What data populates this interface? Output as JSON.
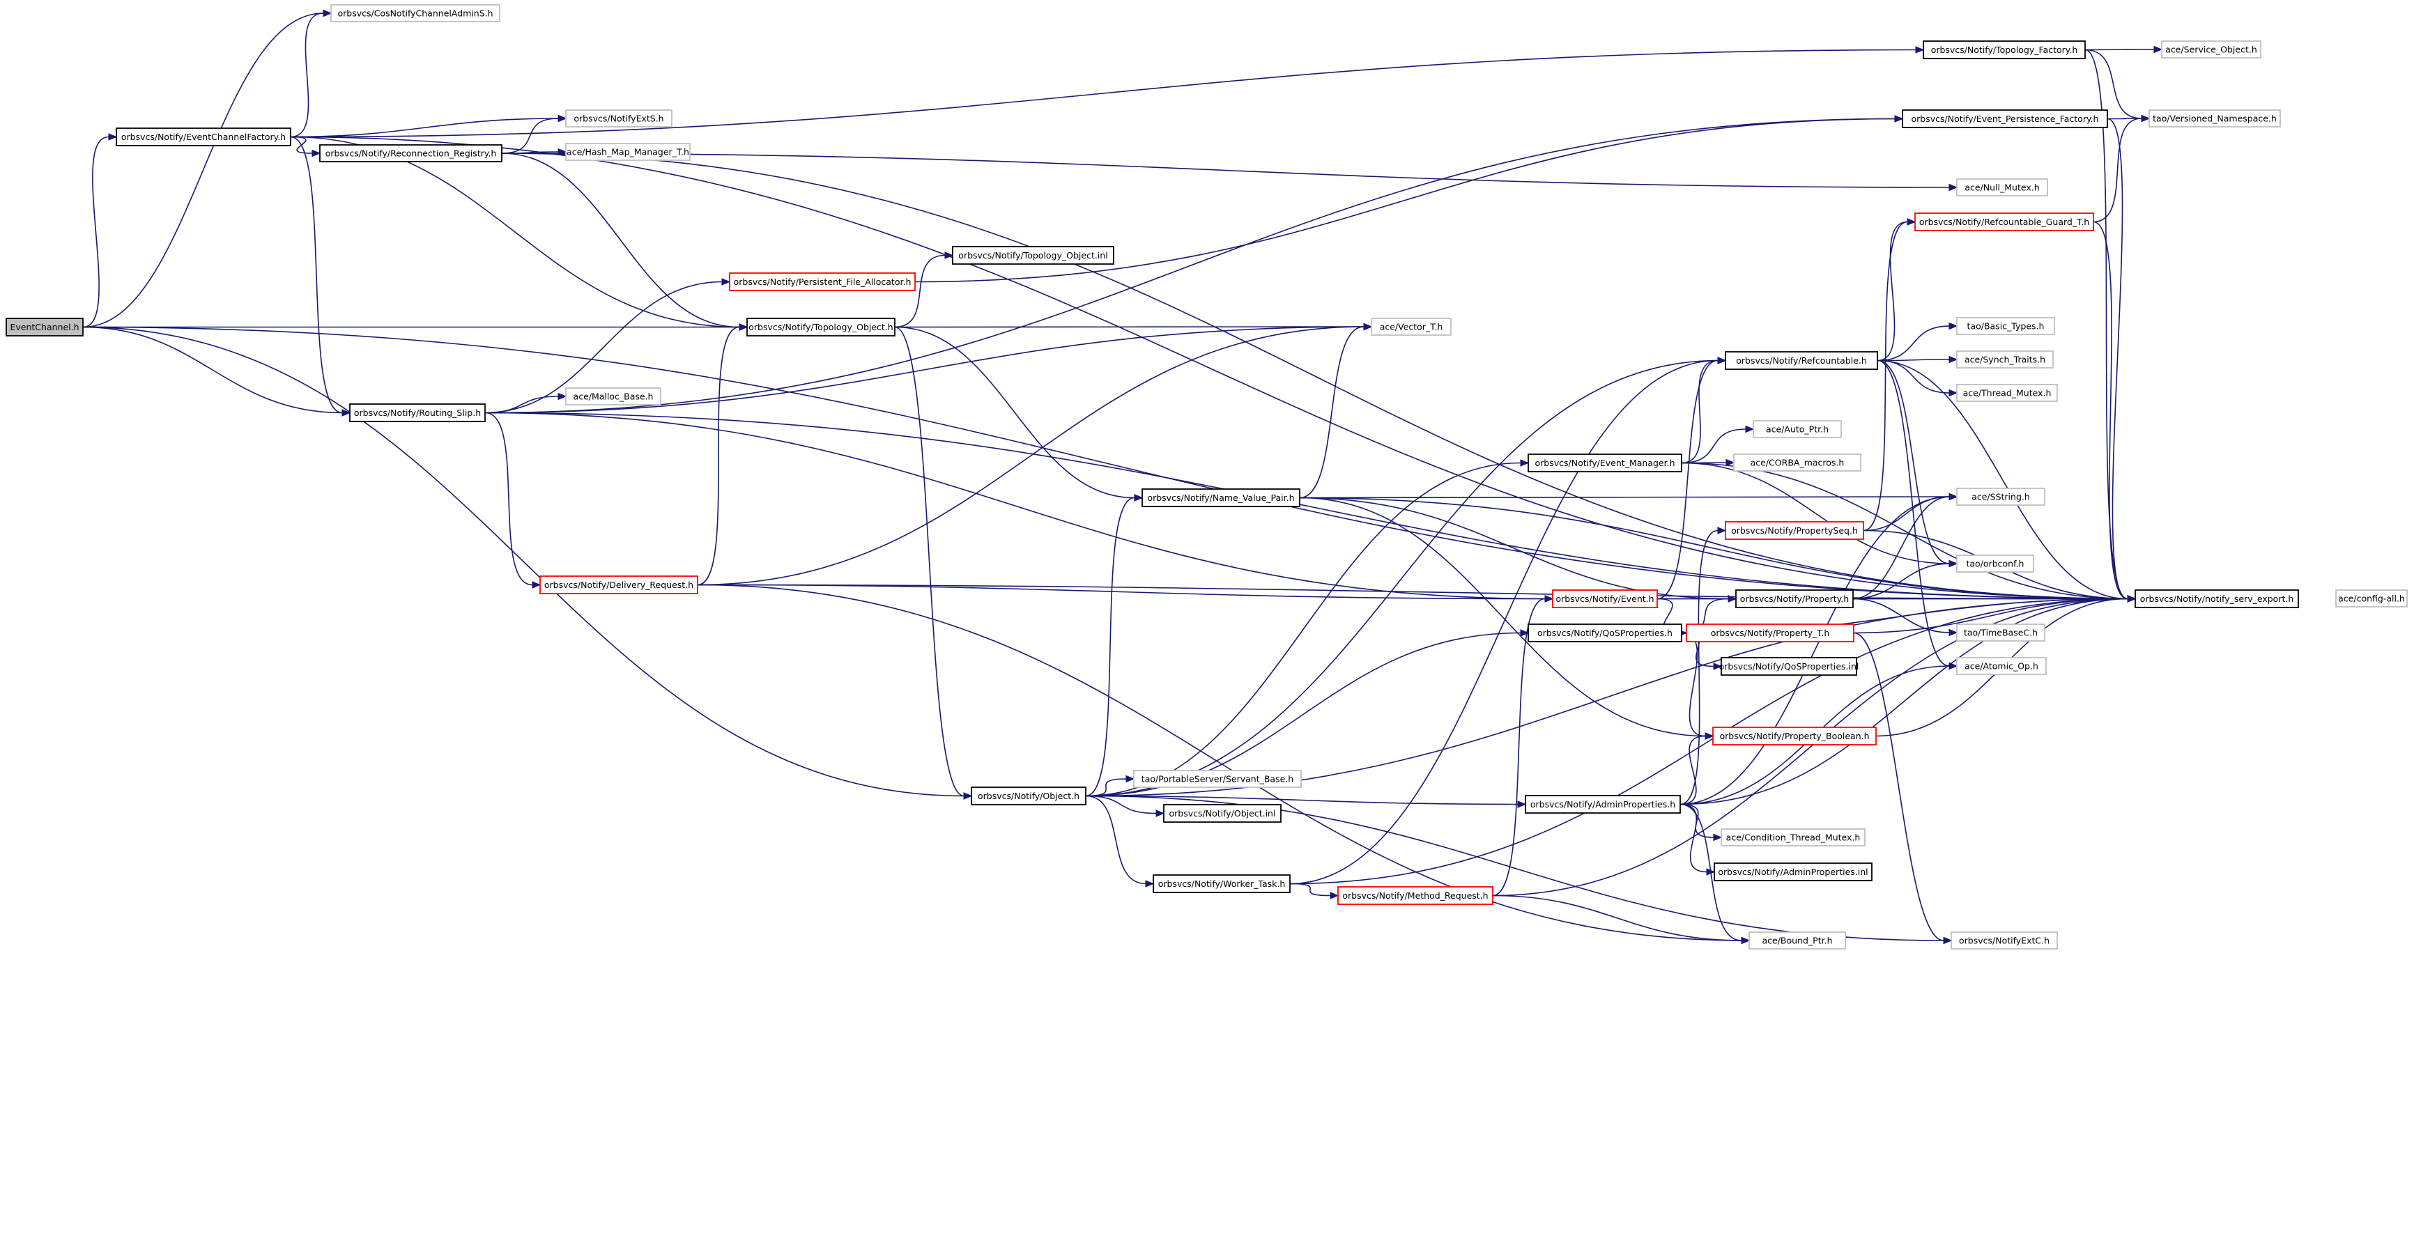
{
  "colors": {
    "edge": "#191970",
    "border_normal": "#000000",
    "border_truncated": "#ff0000",
    "border_external": "#bfbfbf",
    "root_fill": "#bfbfbf",
    "node_fill": "#ffffff"
  },
  "nodes": [
    {
      "id": "n0",
      "label": "EventChannel.h",
      "style": "root"
    },
    {
      "id": "n1",
      "label": "orbsvcs/CosNotifyChannelAdminS.h",
      "style": "external"
    },
    {
      "id": "n2",
      "label": "orbsvcs/Notify/EventChannelFactory.h",
      "style": "normal"
    },
    {
      "id": "n3",
      "label": "orbsvcs/NotifyExtS.h",
      "style": "external"
    },
    {
      "id": "n4",
      "label": "orbsvcs/Notify/Reconnection_Registry.h",
      "style": "normal"
    },
    {
      "id": "n5",
      "label": "ace/Hash_Map_Manager_T.h",
      "style": "external"
    },
    {
      "id": "n6",
      "label": "orbsvcs/Notify/Topology_Factory.h",
      "style": "normal"
    },
    {
      "id": "n7",
      "label": "ace/Service_Object.h",
      "style": "external"
    },
    {
      "id": "n8",
      "label": "orbsvcs/Notify/Event_Persistence_Factory.h",
      "style": "normal"
    },
    {
      "id": "n9",
      "label": "tao/Versioned_Namespace.h",
      "style": "external"
    },
    {
      "id": "n10",
      "label": "ace/Null_Mutex.h",
      "style": "external"
    },
    {
      "id": "n11",
      "label": "orbsvcs/Notify/Refcountable_Guard_T.h",
      "style": "truncated"
    },
    {
      "id": "n12",
      "label": "orbsvcs/Notify/Topology_Object.inl",
      "style": "normal"
    },
    {
      "id": "n13",
      "label": "orbsvcs/Notify/Persistent_File_Allocator.h",
      "style": "truncated"
    },
    {
      "id": "n14",
      "label": "orbsvcs/Notify/Topology_Object.h",
      "style": "normal"
    },
    {
      "id": "n15",
      "label": "ace/Vector_T.h",
      "style": "external"
    },
    {
      "id": "n16",
      "label": "tao/Basic_Types.h",
      "style": "external"
    },
    {
      "id": "n17",
      "label": "orbsvcs/Notify/Refcountable.h",
      "style": "normal"
    },
    {
      "id": "n18",
      "label": "ace/Synch_Traits.h",
      "style": "external"
    },
    {
      "id": "n19",
      "label": "ace/Thread_Mutex.h",
      "style": "external"
    },
    {
      "id": "n20",
      "label": "orbsvcs/Notify/Routing_Slip.h",
      "style": "normal"
    },
    {
      "id": "n21",
      "label": "ace/Malloc_Base.h",
      "style": "external"
    },
    {
      "id": "n22",
      "label": "ace/Auto_Ptr.h",
      "style": "external"
    },
    {
      "id": "n23",
      "label": "orbsvcs/Notify/Event_Manager.h",
      "style": "normal"
    },
    {
      "id": "n24",
      "label": "ace/CORBA_macros.h",
      "style": "external"
    },
    {
      "id": "n25",
      "label": "orbsvcs/Notify/Name_Value_Pair.h",
      "style": "normal"
    },
    {
      "id": "n26",
      "label": "ace/SString.h",
      "style": "external"
    },
    {
      "id": "n27",
      "label": "orbsvcs/Notify/PropertySeq.h",
      "style": "truncated"
    },
    {
      "id": "n28",
      "label": "tao/orbconf.h",
      "style": "external"
    },
    {
      "id": "n29",
      "label": "orbsvcs/Notify/Delivery_Request.h",
      "style": "truncated"
    },
    {
      "id": "n30",
      "label": "orbsvcs/Notify/Event.h",
      "style": "truncated"
    },
    {
      "id": "n31",
      "label": "orbsvcs/Notify/Property.h",
      "style": "normal"
    },
    {
      "id": "n32",
      "label": "orbsvcs/Notify/notify_serv_export.h",
      "style": "normal"
    },
    {
      "id": "n33",
      "label": "ace/config-all.h",
      "style": "external"
    },
    {
      "id": "n34",
      "label": "orbsvcs/Notify/QoSProperties.h",
      "style": "normal"
    },
    {
      "id": "n35",
      "label": "orbsvcs/Notify/Property_T.h",
      "style": "truncated"
    },
    {
      "id": "n36",
      "label": "tao/TimeBaseC.h",
      "style": "external"
    },
    {
      "id": "n37",
      "label": "orbsvcs/Notify/QoSProperties.inl",
      "style": "normal"
    },
    {
      "id": "n38",
      "label": "ace/Atomic_Op.h",
      "style": "external"
    },
    {
      "id": "n39",
      "label": "orbsvcs/Notify/Property_Boolean.h",
      "style": "truncated"
    },
    {
      "id": "n40",
      "label": "tao/PortableServer/Servant_Base.h",
      "style": "external"
    },
    {
      "id": "n41",
      "label": "orbsvcs/Notify/Object.h",
      "style": "normal"
    },
    {
      "id": "n42",
      "label": "orbsvcs/Notify/Object.inl",
      "style": "normal"
    },
    {
      "id": "n43",
      "label": "orbsvcs/Notify/AdminProperties.h",
      "style": "normal"
    },
    {
      "id": "n44",
      "label": "ace/Condition_Thread_Mutex.h",
      "style": "external"
    },
    {
      "id": "n45",
      "label": "orbsvcs/Notify/AdminProperties.inl",
      "style": "normal"
    },
    {
      "id": "n46",
      "label": "orbsvcs/Notify/Worker_Task.h",
      "style": "normal"
    },
    {
      "id": "n47",
      "label": "orbsvcs/Notify/Method_Request.h",
      "style": "truncated"
    },
    {
      "id": "n48",
      "label": "ace/Bound_Ptr.h",
      "style": "external"
    },
    {
      "id": "n49",
      "label": "orbsvcs/NotifyExtC.h",
      "style": "external"
    }
  ],
  "edges": [
    [
      "n0",
      "n1"
    ],
    [
      "n0",
      "n2"
    ],
    [
      "n0",
      "n14"
    ],
    [
      "n0",
      "n41"
    ],
    [
      "n0",
      "n20"
    ],
    [
      "n0",
      "n32"
    ],
    [
      "n2",
      "n1"
    ],
    [
      "n2",
      "n3"
    ],
    [
      "n2",
      "n4"
    ],
    [
      "n2",
      "n6"
    ],
    [
      "n2",
      "n14"
    ],
    [
      "n2",
      "n20"
    ],
    [
      "n2",
      "n32"
    ],
    [
      "n4",
      "n3"
    ],
    [
      "n4",
      "n5"
    ],
    [
      "n4",
      "n14"
    ],
    [
      "n4",
      "n10"
    ],
    [
      "n4",
      "n32"
    ],
    [
      "n6",
      "n7"
    ],
    [
      "n6",
      "n9"
    ],
    [
      "n6",
      "n32"
    ],
    [
      "n8",
      "n9"
    ],
    [
      "n8",
      "n32"
    ],
    [
      "n11",
      "n9"
    ],
    [
      "n11",
      "n32"
    ],
    [
      "n13",
      "n8"
    ],
    [
      "n14",
      "n12"
    ],
    [
      "n14",
      "n15"
    ],
    [
      "n14",
      "n25"
    ],
    [
      "n14",
      "n41"
    ],
    [
      "n17",
      "n16"
    ],
    [
      "n17",
      "n18"
    ],
    [
      "n17",
      "n19"
    ],
    [
      "n17",
      "n11"
    ],
    [
      "n17",
      "n38"
    ],
    [
      "n17",
      "n28"
    ],
    [
      "n17",
      "n32"
    ],
    [
      "n20",
      "n21"
    ],
    [
      "n20",
      "n15"
    ],
    [
      "n20",
      "n29"
    ],
    [
      "n20",
      "n30"
    ],
    [
      "n20",
      "n13"
    ],
    [
      "n20",
      "n8"
    ],
    [
      "n20",
      "n32"
    ],
    [
      "n23",
      "n17"
    ],
    [
      "n23",
      "n22"
    ],
    [
      "n23",
      "n24"
    ],
    [
      "n23",
      "n28"
    ],
    [
      "n23",
      "n32"
    ],
    [
      "n25",
      "n15"
    ],
    [
      "n25",
      "n26"
    ],
    [
      "n25",
      "n31"
    ],
    [
      "n25",
      "n39"
    ],
    [
      "n25",
      "n32"
    ],
    [
      "n27",
      "n26"
    ],
    [
      "n27",
      "n11"
    ],
    [
      "n27",
      "n32"
    ],
    [
      "n29",
      "n15"
    ],
    [
      "n29",
      "n14"
    ],
    [
      "n29",
      "n30"
    ],
    [
      "n29",
      "n48"
    ],
    [
      "n29",
      "n32"
    ],
    [
      "n30",
      "n31"
    ],
    [
      "n30",
      "n17"
    ],
    [
      "n30",
      "n35"
    ],
    [
      "n30",
      "n32"
    ],
    [
      "n31",
      "n32"
    ],
    [
      "n31",
      "n26"
    ],
    [
      "n31",
      "n28"
    ],
    [
      "n31",
      "n36"
    ],
    [
      "n34",
      "n31"
    ],
    [
      "n34",
      "n35"
    ],
    [
      "n34",
      "n37"
    ],
    [
      "n34",
      "n39"
    ],
    [
      "n34",
      "n32"
    ],
    [
      "n35",
      "n49"
    ],
    [
      "n35",
      "n32"
    ],
    [
      "n39",
      "n32"
    ],
    [
      "n41",
      "n40"
    ],
    [
      "n41",
      "n42"
    ],
    [
      "n41",
      "n25"
    ],
    [
      "n41",
      "n23"
    ],
    [
      "n41",
      "n17"
    ],
    [
      "n41",
      "n34"
    ],
    [
      "n41",
      "n43"
    ],
    [
      "n41",
      "n46"
    ],
    [
      "n41",
      "n49"
    ],
    [
      "n41",
      "n32"
    ],
    [
      "n43",
      "n27"
    ],
    [
      "n43",
      "n44"
    ],
    [
      "n43",
      "n45"
    ],
    [
      "n43",
      "n39"
    ],
    [
      "n43",
      "n38"
    ],
    [
      "n43",
      "n26"
    ],
    [
      "n43",
      "n48"
    ],
    [
      "n43",
      "n32"
    ],
    [
      "n46",
      "n47"
    ],
    [
      "n46",
      "n17"
    ],
    [
      "n46",
      "n32"
    ],
    [
      "n47",
      "n48"
    ],
    [
      "n47",
      "n30"
    ],
    [
      "n47",
      "n32"
    ]
  ]
}
